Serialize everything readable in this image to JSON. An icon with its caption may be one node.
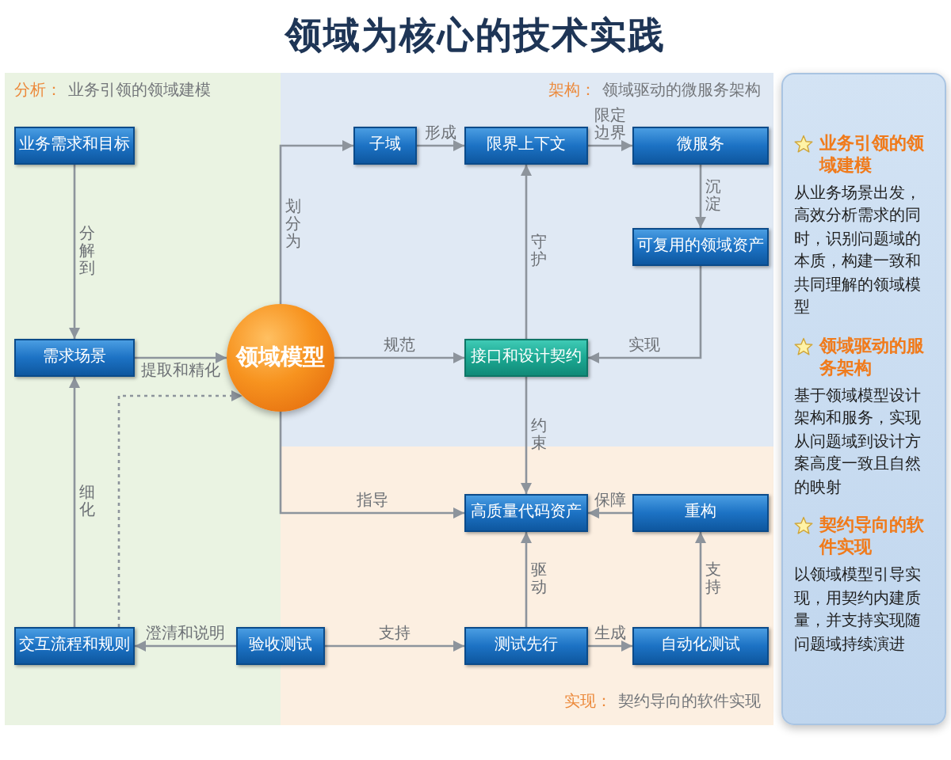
{
  "diagram": {
    "title": "领域为核心的技术实践",
    "nodes": [
      {
        "text": [
          "分析：",
          "业务引领的领域建模"
        ]
      },
      {
        "text": [
          "业务需求和目标"
        ],
        "in": 0
      },
      {
        "text": [
          "需求场景"
        ],
        "in": 0
      },
      {
        "text": [
          "交互流程和规则"
        ],
        "in": 0
      },
      {
        "text": [
          "架构：",
          "领域驱动的微服务架构"
        ]
      },
      {
        "text": [
          "子域"
        ],
        "in": 4
      },
      {
        "text": [
          "限界上下文"
        ],
        "in": 4
      },
      {
        "text": [
          "微服务"
        ],
        "in": 4
      },
      {
        "text": [
          "可复用的领域资产"
        ],
        "in": 4
      },
      {
        "text": [
          "接口和设计契约"
        ],
        "in": 4
      },
      {
        "text": [
          "领域模型"
        ]
      },
      {
        "text": [
          "实现：",
          "契约导向的软件实现"
        ]
      },
      {
        "text": [
          "高质量代码资产"
        ],
        "in": 11
      },
      {
        "text": [
          "重构"
        ],
        "in": 11
      },
      {
        "text": [
          "验收测试"
        ]
      },
      {
        "text": [
          "测试先行"
        ],
        "in": 11
      },
      {
        "text": [
          "自动化测试"
        ],
        "in": 11
      },
      {
        "text": [
          "业务引领的领域建模",
          "从业务场景出发，高效分析需求的同时，识别问题域的本质，构建一致和共同理解的领域模型",
          "领域驱动的服务架构",
          "基于领域模型设计架构和服务，实现从问题域到设计方案高度一致且自然的映射",
          "契约导向的软件实现",
          "以领域模型引导实现，用契约内建质量，并支持实现随问题域持续演进"
        ]
      }
    ],
    "edges": [
      {
        "from": 1,
        "to": 2,
        "arrow": "to",
        "label": "分解到"
      },
      {
        "from": 3,
        "to": 2,
        "arrow": "to",
        "label": "细化"
      },
      {
        "from": 2,
        "to": 10,
        "arrow": "to",
        "label": "提取和精化"
      },
      {
        "from": 3,
        "to": 10,
        "arrow": "to",
        "style": "dashed"
      },
      {
        "from": 14,
        "to": 3,
        "arrow": "to",
        "label": "澄清和说明"
      },
      {
        "from": 10,
        "to": 5,
        "arrow": "to",
        "label": "划分为"
      },
      {
        "from": 5,
        "to": 6,
        "arrow": "to",
        "label": "形成"
      },
      {
        "from": 6,
        "to": 7,
        "arrow": "to",
        "label": "限定边界"
      },
      {
        "from": 7,
        "to": 8,
        "arrow": "to",
        "label": "沉淀"
      },
      {
        "from": 8,
        "to": 9,
        "arrow": "to",
        "label": "实现"
      },
      {
        "from": 10,
        "to": 9,
        "arrow": "to",
        "label": "规范"
      },
      {
        "from": 9,
        "to": 6,
        "arrow": "to",
        "label": "守护"
      },
      {
        "from": 9,
        "to": 12,
        "arrow": "to",
        "label": "约束"
      },
      {
        "from": 10,
        "to": 12,
        "arrow": "to",
        "label": "指导"
      },
      {
        "from": 13,
        "to": 12,
        "arrow": "to",
        "label": "保障"
      },
      {
        "from": 15,
        "to": 12,
        "arrow": "to",
        "label": "驱动"
      },
      {
        "from": 14,
        "to": 15,
        "arrow": "to",
        "label": "支持"
      },
      {
        "from": 15,
        "to": 16,
        "arrow": "to",
        "label": "生成"
      },
      {
        "from": 16,
        "to": 13,
        "arrow": "to",
        "label": "支持"
      }
    ]
  }
}
